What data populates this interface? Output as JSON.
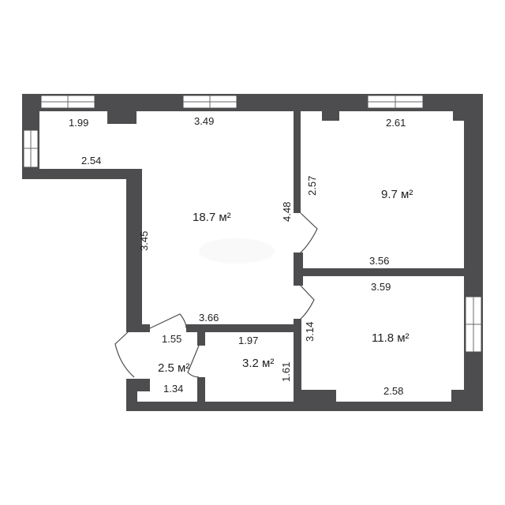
{
  "rooms": {
    "living": "18.7 м²",
    "bedroom_top": "9.7 м²",
    "bedroom_bottom": "11.8 м²",
    "bath": "3.2 м²",
    "toilet": "2.5 м²"
  },
  "dims": {
    "d199": "1.99",
    "d349": "3.49",
    "d261": "2.61",
    "d254": "2.54",
    "d257": "2.57",
    "d448": "4.48",
    "d345": "3.45",
    "d356": "3.56",
    "d359": "3.59",
    "d366": "3.66",
    "d314": "3.14",
    "d155": "1.55",
    "d197": "1.97",
    "d161": "1.61",
    "d134": "1.34",
    "d258": "2.58"
  },
  "colors": {
    "wall": "#4d4d50",
    "background": "#ffffff"
  }
}
